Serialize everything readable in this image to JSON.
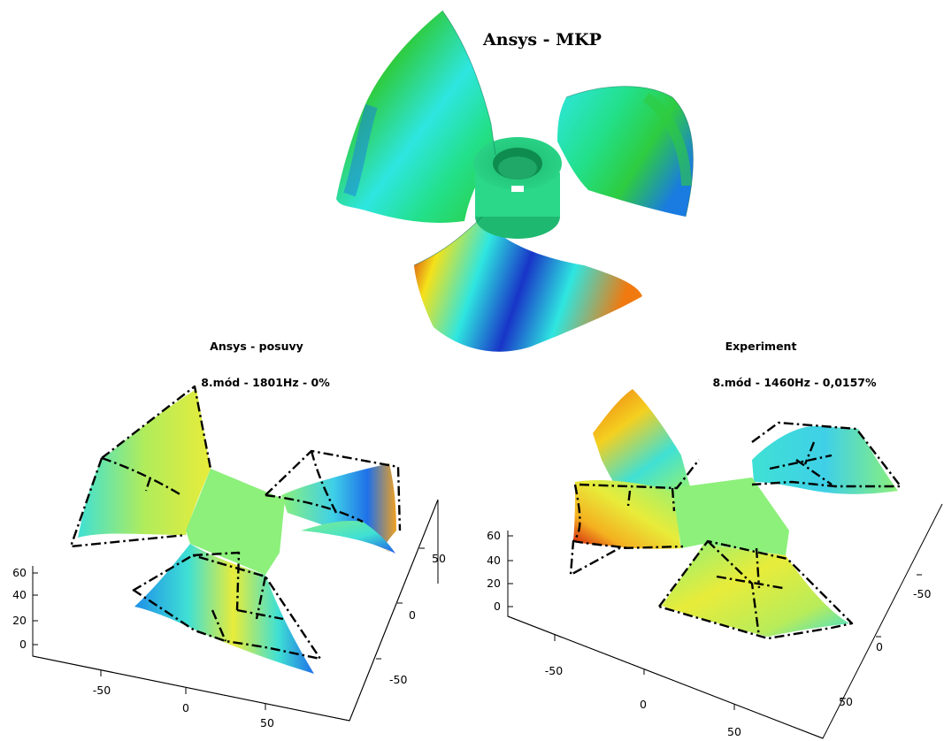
{
  "title_top": "Ansys - MKP",
  "left_panel": {
    "title": "Ansys - posuvy",
    "subtitle": "8.mód - 1801Hz - 0%",
    "z_ticks": [
      "60",
      "40",
      "20",
      "0"
    ],
    "x_ticks": [
      "-50",
      "0",
      "50"
    ],
    "y_ticks": [
      "50",
      "0",
      "-50"
    ]
  },
  "right_panel": {
    "title": "Experiment",
    "subtitle": "8.mód - 1460Hz - 0,0157%",
    "z_ticks": [
      "60",
      "40",
      "20",
      "0"
    ],
    "x_ticks": [
      "-50",
      "0",
      "50"
    ],
    "y_ticks": [
      "-50",
      "0",
      "50"
    ]
  },
  "colors": {
    "fem_red": "#d0100e",
    "fem_orange": "#f07a10",
    "fem_yellow": "#f4e21a",
    "fem_green": "#2ecc40",
    "fem_mint": "#22e08a",
    "fem_cyan": "#2ee6e0",
    "fem_blue": "#1a7be0",
    "fem_darkblue": "#1835c8",
    "hub_green": "#2bd88a",
    "plot_center": "#8cf07a",
    "plot_yellow": "#e8ec3a",
    "plot_cyan": "#3fe0d4",
    "plot_blue": "#1f70e8"
  }
}
